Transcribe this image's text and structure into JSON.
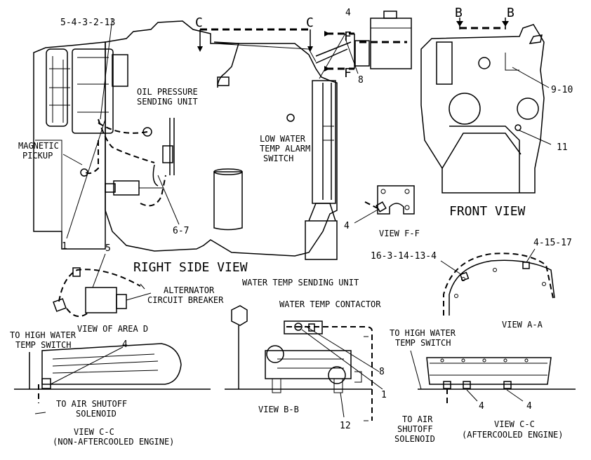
{
  "views": {
    "right_side": "RIGHT SIDE VIEW",
    "front": "FRONT VIEW",
    "f_f": "VIEW F-F",
    "a_a": "VIEW A-A",
    "b_b": "VIEW B-B",
    "area_d": "VIEW OF AREA D",
    "c_c_left_title": "VIEW C-C",
    "c_c_left_sub": "(NON-AFTERCOOLED ENGINE)",
    "c_c_right_title": "VIEW C-C",
    "c_c_right_sub": "(AFTERCOOLED ENGINE)"
  },
  "section_letters": {
    "c1": "C",
    "c2": "C",
    "b1": "B",
    "b2": "B",
    "f1": "F",
    "f2": "F"
  },
  "labels": {
    "oil_pressure_1": "OIL PRESSURE",
    "oil_pressure_2": "SENDING UNIT",
    "low_water_1": "LOW WATER",
    "low_water_2": "TEMP ALARM",
    "low_water_3": "SWITCH",
    "magnetic_1": "MAGNETIC",
    "magnetic_2": "PICKUP",
    "alternator_1": "ALTERNATOR",
    "alternator_2": "CIRCUIT BREAKER",
    "water_temp_sending": "WATER TEMP SENDING UNIT",
    "water_temp_contactor": "WATER TEMP CONTACTOR",
    "to_high_water_left_1": "TO HIGH WATER",
    "to_high_water_left_2": "TEMP SWITCH",
    "to_air_shutoff_left_1": "TO AIR SHUTOFF",
    "to_air_shutoff_left_2": "SOLENOID",
    "to_high_water_right_1": "TO HIGH WATER",
    "to_high_water_right_2": "TEMP SWITCH",
    "to_air_right_1": "TO AIR",
    "to_air_right_2": "SHUTOFF",
    "to_air_right_3": "SOLENOID"
  },
  "callouts": {
    "top_left": "5-4-3-2-13",
    "top_4": "4",
    "top_8": "8",
    "c67": "6-7",
    "c1_right_side": "1",
    "c5_area_d": "5",
    "c910": "9-10",
    "c11": "11",
    "c4_ff": "4",
    "c_aa_left": "16-3-14-13-4",
    "c_aa_right": "4-15-17",
    "c4_cc_left": "4",
    "c8_bb": "8",
    "c1_bb": "1",
    "c12_bb": "12",
    "c4_cc_right_a": "4",
    "c4_cc_right_b": "4"
  }
}
